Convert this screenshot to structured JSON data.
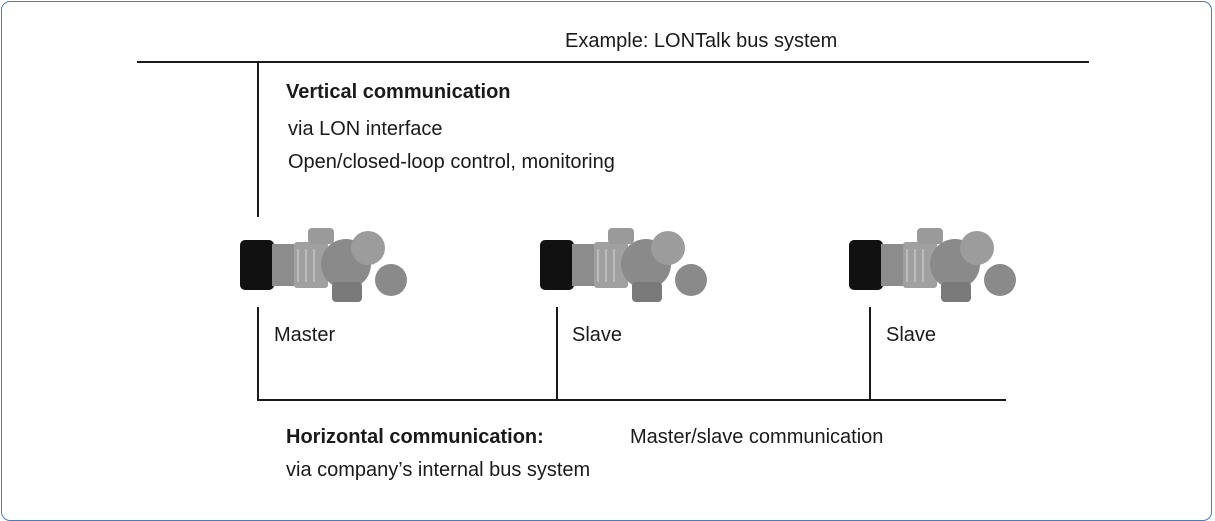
{
  "title": "Example: LONTalk bus system",
  "vertical": {
    "heading": "Vertical communication",
    "line1": "via LON interface",
    "line2": "Open/closed-loop control, monitoring"
  },
  "nodes": [
    {
      "label": "Master"
    },
    {
      "label": "Slave"
    },
    {
      "label": "Slave"
    }
  ],
  "horizontal": {
    "heading": "Horizontal communication:",
    "detail": "Master/slave communication",
    "line2": "via company’s internal bus system"
  },
  "colors": {
    "frame": "#4a7fb5",
    "line": "#1a1a1a"
  }
}
